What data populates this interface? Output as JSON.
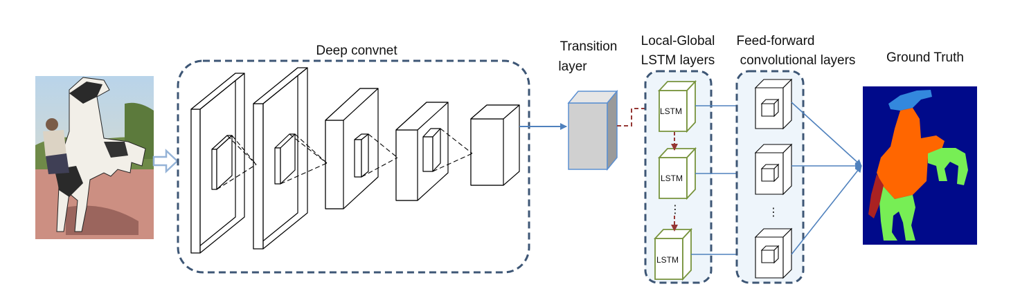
{
  "labels": {
    "deep_convnet": "Deep convnet",
    "transition_line1": "Transition",
    "transition_line2": "layer",
    "lstm_group_line1": "Local-Global",
    "lstm_group_line2": "LSTM layers",
    "ff_group_line1": "Feed-forward",
    "ff_group_line2": "convolutional layers",
    "ground_truth": "Ground Truth",
    "lstm_cell": "LSTM",
    "ellipsis": "⋮"
  },
  "colors": {
    "group_border": "#3d5675",
    "arrow_blue": "#4f81bd",
    "arrow_red": "#953734",
    "lstm_green": "#77933c",
    "transition_fill": "#d0d0d0",
    "transition_edge": "#5b8fd1",
    "seg_background": "#000a8a",
    "seg_body": "#ff6600",
    "seg_head": "#3388dd",
    "seg_legs": "#77ee55",
    "seg_tail": "#aa2222"
  }
}
